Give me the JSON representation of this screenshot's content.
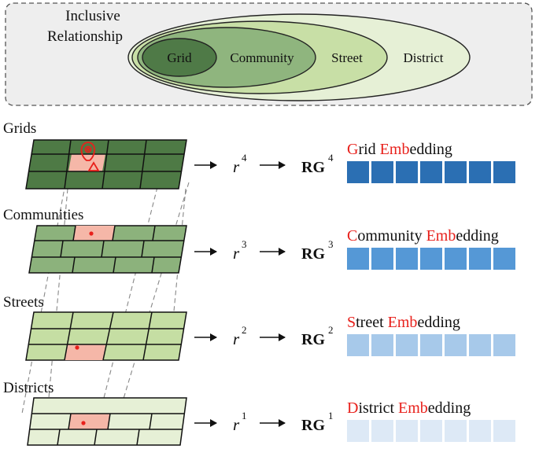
{
  "top_box": {
    "title_line1": "Inclusive",
    "title_line2": "Relationship",
    "ellipses": [
      {
        "label": "District",
        "color": "#e6f0d6"
      },
      {
        "label": "Street",
        "color": "#c8dfa6"
      },
      {
        "label": "Community",
        "color": "#8fb57e"
      },
      {
        "label": "Grid",
        "color": "#4f7a47"
      }
    ]
  },
  "layers": [
    {
      "name": "Grids",
      "r_base": "r",
      "r_exp": "4",
      "rg_base": "RG",
      "rg_exp": "4",
      "emb_first_red": "G",
      "emb_mid": "rid ",
      "emb_emb_red": "Emb",
      "emb_tail": "edding",
      "grid_color": "#4e7a45",
      "cell_color": "#f5b7a8",
      "block_color": "#2b6fb3"
    },
    {
      "name": "Communities",
      "r_base": "r",
      "r_exp": "3",
      "rg_base": "RG",
      "rg_exp": "3",
      "emb_first_red": "C",
      "emb_mid": "ommunity ",
      "emb_emb_red": "Emb",
      "emb_tail": "edding",
      "grid_color": "#8cb27c",
      "cell_color": "#f5b7a8",
      "block_color": "#5598d6"
    },
    {
      "name": "Streets",
      "r_base": "r",
      "r_exp": "2",
      "rg_base": "RG",
      "rg_exp": "2",
      "emb_first_red": "S",
      "emb_mid": "treet ",
      "emb_emb_red": "Emb",
      "emb_tail": "edding",
      "grid_color": "#c5dea3",
      "cell_color": "#f5b7a8",
      "block_color": "#a7c9ea"
    },
    {
      "name": "Districts",
      "r_base": "r",
      "r_exp": "1",
      "rg_base": "RG",
      "rg_exp": "1",
      "emb_first_red": "D",
      "emb_mid": "istrict ",
      "emb_emb_red": "Emb",
      "emb_tail": "edding",
      "grid_color": "#e6f0d6",
      "cell_color": "#f5b7a8",
      "block_color": "#dde9f6"
    }
  ],
  "colors": {
    "accent_red": "#e8201b",
    "dash_line": "#888888"
  }
}
